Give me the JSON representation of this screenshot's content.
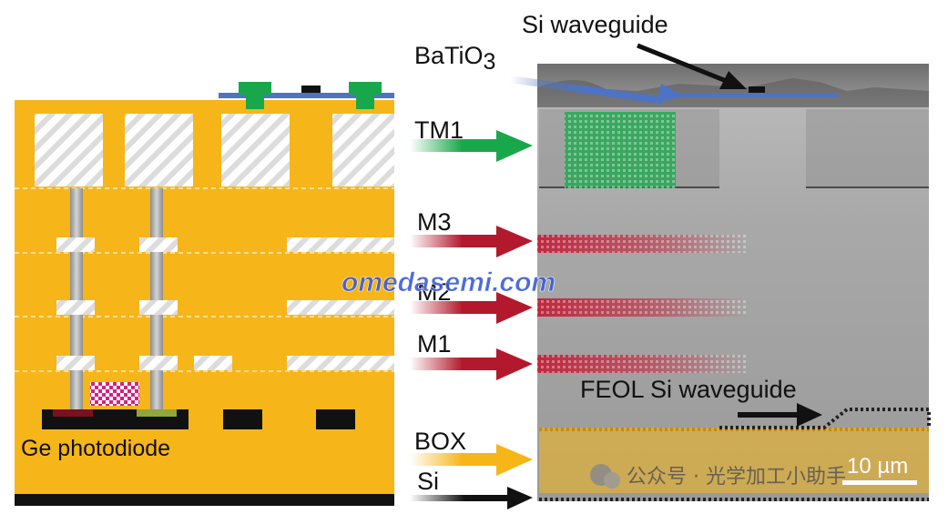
{
  "schematic": {
    "device_label": "Ge photodiode"
  },
  "labels": {
    "si_waveguide": "Si waveguide",
    "batio3_main": "BaTiO",
    "batio3_sub": "3",
    "tm1": "TM1",
    "m3": "M3",
    "m2": "M2",
    "m1": "M1",
    "feol": "FEOL Si waveguide",
    "box": "BOX",
    "si": "Si"
  },
  "micrograph": {
    "scale_bar": "10 µm"
  },
  "watermarks": {
    "site": "omedasemi.com",
    "account": "公众号 · 光学加工小助手"
  },
  "colors": {
    "oxide": "#f6b619",
    "metal_green": "#18a84b",
    "batio3_blue": "#4e73c4",
    "metal_red": "#b3192d",
    "plug_magenta": "#d8207d",
    "watermark_blue": "#3b5bd6"
  }
}
